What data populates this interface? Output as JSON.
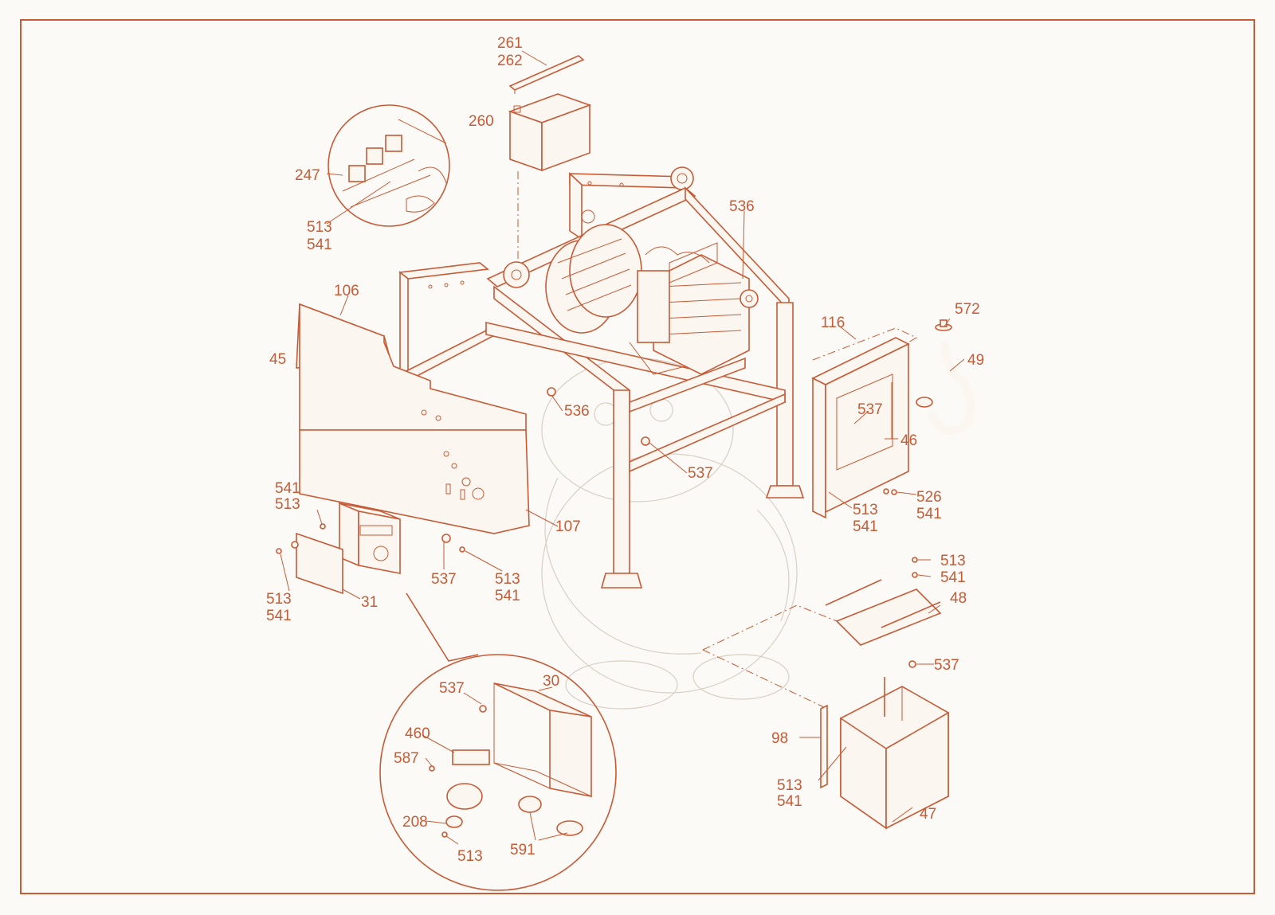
{
  "colors": {
    "line": "#c65b36",
    "background": "#fbfaf7",
    "watermark": "#d9cfc4"
  },
  "callouts": {
    "c261": "261",
    "c262": "262",
    "c260": "260",
    "c247": "247",
    "c513_a": "513",
    "c541_a": "541",
    "c536_a": "536",
    "c106": "106",
    "c45": "45",
    "c572": "572",
    "c116": "116",
    "c49": "49",
    "c536_b": "536",
    "c537_a": "537",
    "c46": "46",
    "c537_b": "537",
    "c541_b": "541",
    "c513_b": "513",
    "c526": "526",
    "c541_c": "541",
    "c513_c": "513",
    "c541_d": "541",
    "c107": "107",
    "c537_c": "537",
    "c513_d": "513",
    "c541_e": "541",
    "c513_e": "513",
    "c541_f": "541",
    "c31": "31",
    "c513_f": "513",
    "c541_g": "541",
    "c48": "48",
    "c537_d": "537",
    "c537_e": "537",
    "c30": "30",
    "c460": "460",
    "c587": "587",
    "c208": "208",
    "c513_g": "513",
    "c591": "591",
    "c98": "98",
    "c513_h": "513",
    "c541_h": "541",
    "c47": "47"
  }
}
